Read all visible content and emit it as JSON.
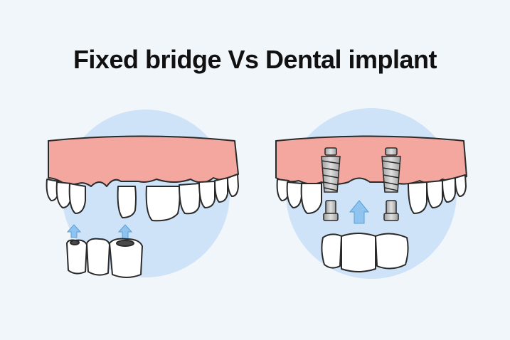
{
  "title": "Fixed bridge Vs Dental implant",
  "colors": {
    "background": "#f1f6fb",
    "circle": "#cfe3f8",
    "gum": "#f3a79f",
    "tooth": "#ffffff",
    "outline": "#2a2a2a",
    "arrow": "#8ec4ef",
    "metal": "#bdbdbd"
  },
  "panels": [
    {
      "name": "fixed-bridge",
      "icons": [
        "upper-jaw-icon",
        "gap-teeth-icon",
        "bridge-crowns-icon",
        "arrow-up-icon"
      ]
    },
    {
      "name": "dental-implant",
      "icons": [
        "upper-jaw-icon",
        "implant-screw-icon",
        "implant-crown-set-icon",
        "arrow-up-icon"
      ]
    }
  ]
}
